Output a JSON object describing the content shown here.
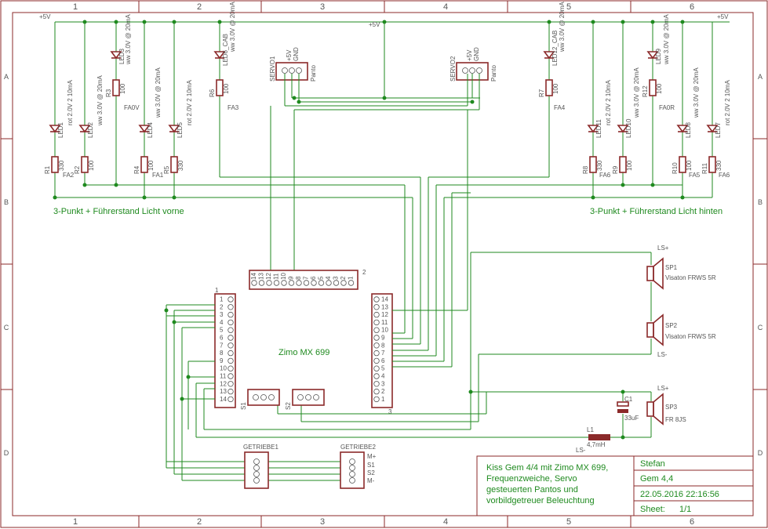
{
  "frame": {
    "columns": [
      "1",
      "2",
      "3",
      "4",
      "5",
      "6"
    ],
    "rows": [
      "A",
      "B",
      "C",
      "D"
    ]
  },
  "supply": {
    "v_left": "+5V",
    "v_mid": "+5V",
    "v_right": "+5V"
  },
  "section_labels": {
    "front": "3-Punkt + Führerstand Licht vorne",
    "rear": "3-Punkt + Führerstand Licht hinten"
  },
  "leds": [
    {
      "name": "LED1",
      "spec": "rot 2.0V 2 10mA"
    },
    {
      "name": "LED2",
      "spec": "ww 3.0V @ 20mA"
    },
    {
      "name": "LED3",
      "spec": "ww 3.0V @ 20mA"
    },
    {
      "name": "LED4",
      "spec": "ww 3.0V @ 20mA"
    },
    {
      "name": "LED5",
      "spec": "rot 2.0V 2 10mA"
    },
    {
      "name": "LED6_CAB",
      "spec": "ww 3.0V @ 20mA"
    },
    {
      "name": "LED12_CAB",
      "spec": "ww 3.0V @ 20mA"
    },
    {
      "name": "LED11",
      "spec": "rot 2.0V 2 10mA"
    },
    {
      "name": "LED10",
      "spec": "ww 3.0V @ 20mA"
    },
    {
      "name": "LED9",
      "spec": "ww 3.0V @ 20mA"
    },
    {
      "name": "LED8",
      "spec": "ww 3.0V @ 20mA"
    },
    {
      "name": "LED7",
      "spec": "rot 2.0V 2 10mA"
    }
  ],
  "resistors": [
    {
      "name": "R1",
      "value": "330"
    },
    {
      "name": "R2",
      "value": "100"
    },
    {
      "name": "R3",
      "value": "100"
    },
    {
      "name": "R4",
      "value": "100"
    },
    {
      "name": "R5",
      "value": "330"
    },
    {
      "name": "R6",
      "value": "100"
    },
    {
      "name": "R7",
      "value": "100"
    },
    {
      "name": "R8",
      "value": "330"
    },
    {
      "name": "R9",
      "value": "100"
    },
    {
      "name": "R12",
      "value": "100"
    },
    {
      "name": "R10",
      "value": "100"
    },
    {
      "name": "R11",
      "value": "330"
    }
  ],
  "functions": {
    "fa2": "FA2",
    "fa1": "FA1",
    "fa0v": "FA0V",
    "fa3": "FA3",
    "fa4": "FA4",
    "fa6a": "FA6",
    "fa0r": "FA0R",
    "fa5": "FA5",
    "fa6b": "FA6"
  },
  "servos": [
    {
      "name": "SERVO1",
      "pins": [
        "+5V",
        "GND"
      ],
      "pin_panto": "Panto"
    },
    {
      "name": "SERVO2",
      "pins": [
        "+5V",
        "GND"
      ],
      "pin_panto": "Panto"
    }
  ],
  "decoder": {
    "name": "Zimo MX 699",
    "connector_top_label": "2",
    "connector_left_label": "1",
    "connector_right_label": "3",
    "pins": [
      "1",
      "2",
      "3",
      "4",
      "5",
      "6",
      "7",
      "8",
      "9",
      "10",
      "11",
      "12",
      "13",
      "14"
    ],
    "top_pins": [
      "14",
      "13",
      "12",
      "11",
      "10",
      "9",
      "8",
      "7",
      "6",
      "5",
      "4",
      "3",
      "2",
      "1"
    ]
  },
  "switches": {
    "s1": "S1",
    "s2": "S2"
  },
  "speakers": [
    {
      "name": "SP1",
      "type": "Visaton FRWS 5R"
    },
    {
      "name": "SP2",
      "type": "Visaton FRWS 5R"
    },
    {
      "name": "SP3",
      "type": "FR 8JS"
    }
  ],
  "speaker_nets": {
    "ls_plus_1": "LS+",
    "ls_minus_1": "LS-",
    "ls_plus_2": "LS+",
    "ls_minus_2": "LS-"
  },
  "capacitor": {
    "name": "C1",
    "value": "33uF"
  },
  "inductor": {
    "name": "L1",
    "value": "4,7mH"
  },
  "gearboxes": [
    {
      "name": "GETRIEBE1"
    },
    {
      "name": "GETRIEBE2",
      "pins": [
        "M+",
        "S1",
        "S2",
        "M-"
      ]
    }
  ],
  "title_block": {
    "description": [
      "Kiss Gem 4/4 mit Zimo MX 699,",
      "Frequenzweiche, Servo",
      "gesteuerten Pantos und",
      "vorbildgetreuer Beleuchtung"
    ],
    "author": "Stefan",
    "project": "Gem 4,4",
    "date": "22.05.2016 22:16:56",
    "sheet_label": "Sheet:",
    "sheet_value": "1/1"
  },
  "colors": {
    "frame": "#8b2a2a",
    "wire": "#1f8a1f",
    "text": "#555555"
  }
}
